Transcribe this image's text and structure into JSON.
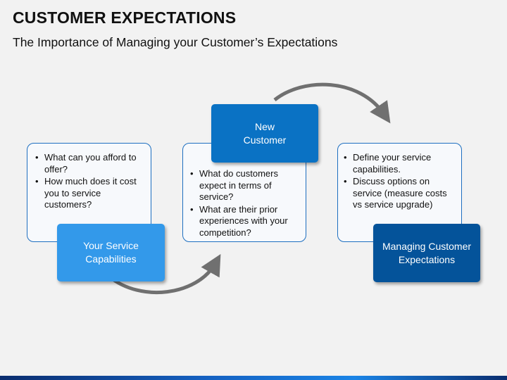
{
  "header": {
    "title": "CUSTOMER EXPECTATIONS",
    "subtitle": "The Importance of Managing your Customer’s Expectations"
  },
  "steps": [
    {
      "label": "Your Service\nCapabilities",
      "color": "#3399ea",
      "bullets": [
        "What can you afford to offer?",
        "How much does it cost you to service customers?"
      ]
    },
    {
      "label": "New\nCustomer",
      "color": "#0a72c4",
      "bullets": [
        "What do customers expect in terms of service?",
        "What are their prior experiences with your competition?"
      ]
    },
    {
      "label": "Managing Customer\nExpectations",
      "color": "#04539a",
      "bullets": [
        "Define your service capabilities.",
        "Discuss options on service (measure costs vs service upgrade)"
      ]
    }
  ],
  "colors": {
    "outline_border": "#1e6fc0",
    "arrow": "#707070",
    "background": "#f2f2f2"
  }
}
